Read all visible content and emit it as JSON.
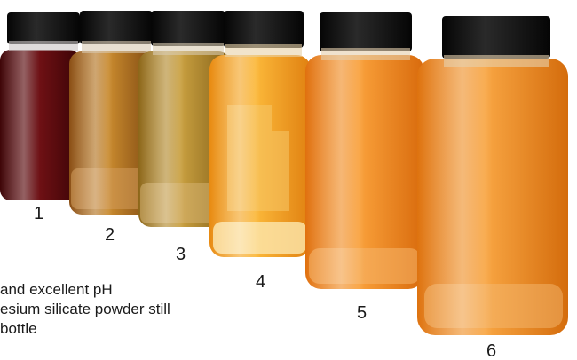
{
  "photo": {
    "bottle_numbers": [
      "1",
      "2",
      "3",
      "4",
      "5",
      "6"
    ],
    "caption_lines": [
      "and excellent pH",
      "esium silicate powder still",
      "bottle"
    ]
  },
  "colors": {
    "cap": "#141414",
    "oil_1": "#5e0a0d",
    "oil_2": "#b9701f",
    "oil_3": "#b58a2b",
    "oil_4": "#f2a11a",
    "oil_5": "#f0881a",
    "oil_6": "#ee8d1c"
  }
}
